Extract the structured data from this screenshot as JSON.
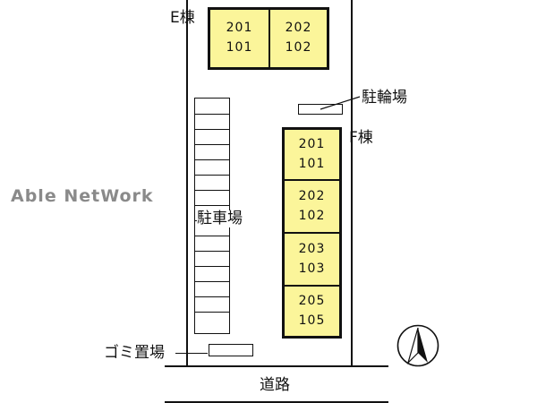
{
  "watermark": "Able NetWork",
  "buildings": {
    "E": {
      "label": "E棟",
      "units": [
        {
          "upper": "201",
          "lower": "101"
        },
        {
          "upper": "202",
          "lower": "102"
        }
      ]
    },
    "F": {
      "label": "F棟",
      "units": [
        {
          "upper": "201",
          "lower": "101"
        },
        {
          "upper": "202",
          "lower": "102"
        },
        {
          "upper": "203",
          "lower": "103"
        },
        {
          "upper": "205",
          "lower": "105"
        }
      ]
    }
  },
  "labels": {
    "bicycle_parking": "駐輪場",
    "car_parking": "駐車場",
    "garbage": "ゴミ置場",
    "road": "道路"
  },
  "icons": {
    "compass": "north-arrow-icon"
  },
  "colors": {
    "building_fill": "#fbf59a",
    "line": "#111111",
    "watermark": "#8a8a8a"
  }
}
